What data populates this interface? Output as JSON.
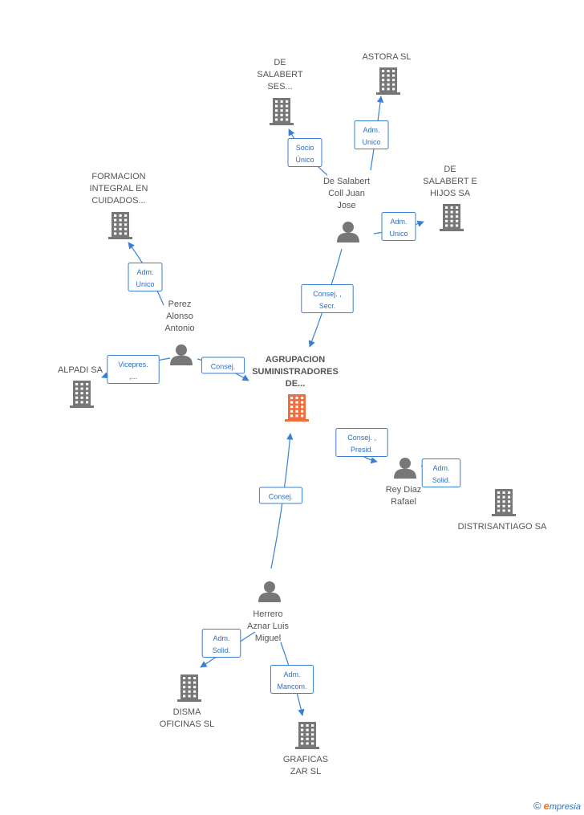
{
  "colors": {
    "edge": "#3a7fd5",
    "edge_text": "#2e6fc4",
    "icon": "#777777",
    "highlight": "#ee6e3f",
    "label": "#555555"
  },
  "nodes": [
    {
      "id": "agrupacion",
      "type": "company",
      "highlight": true,
      "label": [
        "AGRUPACION",
        "SUMINISTRADORES",
        "DE..."
      ]
    },
    {
      "id": "astora",
      "type": "company",
      "label": [
        "ASTORA  SL"
      ]
    },
    {
      "id": "de_salabert_ses",
      "type": "company",
      "label": [
        "DE",
        "SALABERT",
        "SES..."
      ]
    },
    {
      "id": "formacion",
      "type": "company",
      "label": [
        "FORMACION",
        "INTEGRAL EN",
        "CUIDADOS..."
      ]
    },
    {
      "id": "de_salabert_hijos",
      "type": "company",
      "label": [
        "DE",
        "SALABERT E",
        "HIJOS SA"
      ]
    },
    {
      "id": "alpadi",
      "type": "company",
      "label": [
        "ALPADI SA"
      ]
    },
    {
      "id": "distrisantiago",
      "type": "company",
      "label": [
        "DISTRISANTIAGO SA"
      ]
    },
    {
      "id": "disma",
      "type": "company",
      "label": [
        "DISMA",
        "OFICINAS SL"
      ]
    },
    {
      "id": "graficas",
      "type": "company",
      "label": [
        "GRAFICAS",
        "ZAR SL"
      ]
    },
    {
      "id": "de_salabert_coll",
      "type": "person",
      "label": [
        "De Salabert",
        "Coll Juan",
        "Jose"
      ]
    },
    {
      "id": "perez_alonso",
      "type": "person",
      "label": [
        "Perez",
        "Alonso",
        "Antonio"
      ]
    },
    {
      "id": "rey_diaz",
      "type": "person",
      "label": [
        "Rey Diaz",
        "Rafael"
      ]
    },
    {
      "id": "herrero_aznar",
      "type": "person",
      "label": [
        "Herrero",
        "Aznar Luis",
        "Miguel"
      ]
    }
  ],
  "edges": [
    {
      "id": "e1",
      "label": [
        "Adm.",
        "Unico"
      ]
    },
    {
      "id": "e2",
      "label": [
        "Socio",
        "Único"
      ]
    },
    {
      "id": "e3",
      "label": [
        "Adm.",
        "Unico"
      ]
    },
    {
      "id": "e4",
      "label": [
        "Consej. ,",
        "Secr."
      ]
    },
    {
      "id": "e5",
      "label": [
        "Adm.",
        "Unico"
      ]
    },
    {
      "id": "e6",
      "label": [
        "Vicepres.",
        ",..."
      ]
    },
    {
      "id": "e7",
      "label": [
        "Consej."
      ]
    },
    {
      "id": "e8",
      "label": [
        "Consej. ,",
        "Presid."
      ]
    },
    {
      "id": "e9",
      "label": [
        "Adm.",
        "Solid."
      ]
    },
    {
      "id": "e10",
      "label": [
        "Consej."
      ]
    },
    {
      "id": "e11",
      "label": [
        "Adm.",
        "Solid."
      ]
    },
    {
      "id": "e12",
      "label": [
        "Adm.",
        "Mancom."
      ]
    }
  ],
  "footer": {
    "copyright": "©",
    "brand_initial": "e",
    "brand_rest": "mpresia"
  }
}
